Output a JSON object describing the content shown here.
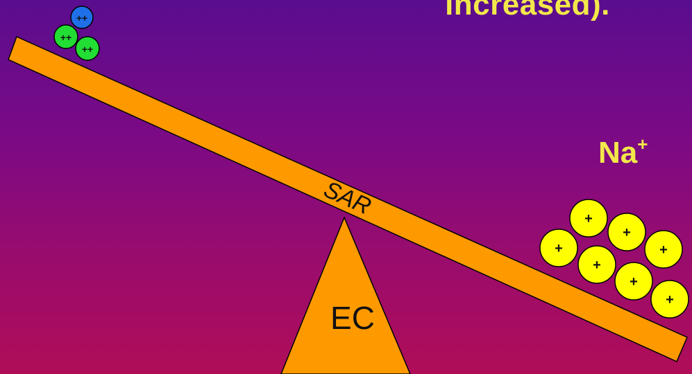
{
  "heading": "increased).",
  "ion_label": {
    "text": "Na",
    "superscript": "+"
  },
  "beam_label": "SAR",
  "fulcrum_label": "EC",
  "ion_signs": {
    "divalent": "++",
    "monovalent": "+"
  },
  "colors": {
    "beam": "#ff9900",
    "fulcrum": "#ff9900",
    "sodium_ion": "#ffff00",
    "calcium_ion": "#22dd33",
    "magnesium_ion": "#1f6fe8",
    "label_yellow": "#f2e84a"
  }
}
